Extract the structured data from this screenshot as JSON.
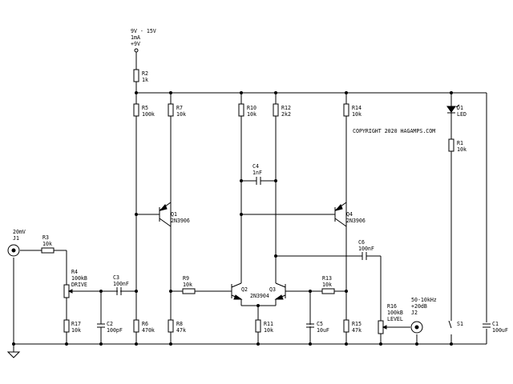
{
  "labels": {
    "supply": [
      "9V - 15V",
      "1mA",
      "+9V"
    ],
    "r2": [
      "R2",
      "1k"
    ],
    "r5": [
      "R5",
      "100k"
    ],
    "r7": [
      "R7",
      "10k"
    ],
    "r10": [
      "R10",
      "10k"
    ],
    "r12": [
      "R12",
      "2k2"
    ],
    "r14": [
      "R14",
      "10k"
    ],
    "d1": [
      "D1",
      "LED"
    ],
    "r1": [
      "R1",
      "10k"
    ],
    "copyright": "COPYRIGHT 2020 HAGAMPS.COM",
    "c4": [
      "C4",
      "1nF"
    ],
    "q1": [
      "Q1",
      "2N3906"
    ],
    "q4": [
      "Q4",
      "2N3906"
    ],
    "j1": [
      "20mV",
      "J1"
    ],
    "r3": [
      "R3",
      "10k"
    ],
    "r4": [
      "R4",
      "100kB",
      "DRIVE"
    ],
    "c3": [
      "C3",
      "100nF"
    ],
    "r9": [
      "R9",
      "10k"
    ],
    "q2q3": [
      "Q2",
      "Q3",
      "2N3904"
    ],
    "r13": [
      "R13",
      "10k"
    ],
    "c6": [
      "C6",
      "100nF"
    ],
    "j2": [
      "50-10kHz",
      "+20dB",
      "J2"
    ],
    "r16": [
      "R16",
      "100kB",
      "LEVEL"
    ],
    "r17": [
      "R17",
      "10k"
    ],
    "c2": [
      "C2",
      "100pF"
    ],
    "r6": [
      "R6",
      "470k"
    ],
    "r8": [
      "R8",
      "47k"
    ],
    "r11": [
      "R11",
      "10k"
    ],
    "c5": [
      "C5",
      "10uF"
    ],
    "r15": [
      "R15",
      "47k"
    ],
    "s1": "S1",
    "c1": [
      "C1",
      "100uF"
    ]
  }
}
